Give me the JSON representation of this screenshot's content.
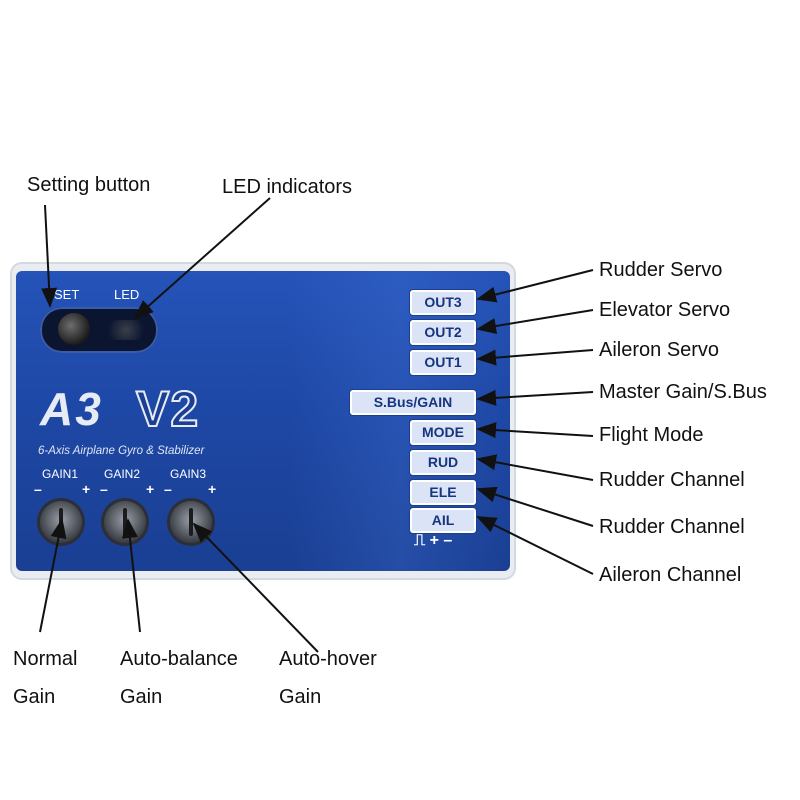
{
  "callouts": {
    "setting_button": "Setting  button",
    "led_indicators": "LED indicators",
    "rudder_servo": "Rudder Servo",
    "elevator_servo": "Elevator Servo",
    "aileron_servo": "Aileron Servo",
    "master_gain": "Master Gain/S.Bus",
    "flight_mode": "Flight Mode",
    "rudder_channel_1": "Rudder Channel",
    "rudder_channel_2": "Rudder Channel",
    "aileron_channel": "Aileron Channel",
    "normal_line1": "Normal",
    "normal_line2": "Gain",
    "autobalance_line1": "Auto-balance",
    "autobalance_line2": "Gain",
    "autohover_line1": "Auto-hover",
    "autohover_line2": "Gain"
  },
  "device": {
    "set_label": "SET",
    "led_label": "LED",
    "model": "A3",
    "version": "V2",
    "subtitle": "6-Axis Airplane Gyro & Stabilizer",
    "gains": [
      {
        "label": "GAIN1",
        "minus": "–",
        "plus": "+"
      },
      {
        "label": "GAIN2",
        "minus": "–",
        "plus": "+"
      },
      {
        "label": "GAIN3",
        "minus": "–",
        "plus": "+"
      }
    ],
    "ports": [
      "OUT3",
      "OUT2",
      "OUT1",
      "S.Bus/GAIN",
      "MODE",
      "RUD",
      "ELE",
      "AIL"
    ],
    "pin_legend": "⎍ + –"
  },
  "colors": {
    "board": "#1e48a6",
    "port_fill": "#dbe4f7",
    "port_text": "#17357e"
  }
}
